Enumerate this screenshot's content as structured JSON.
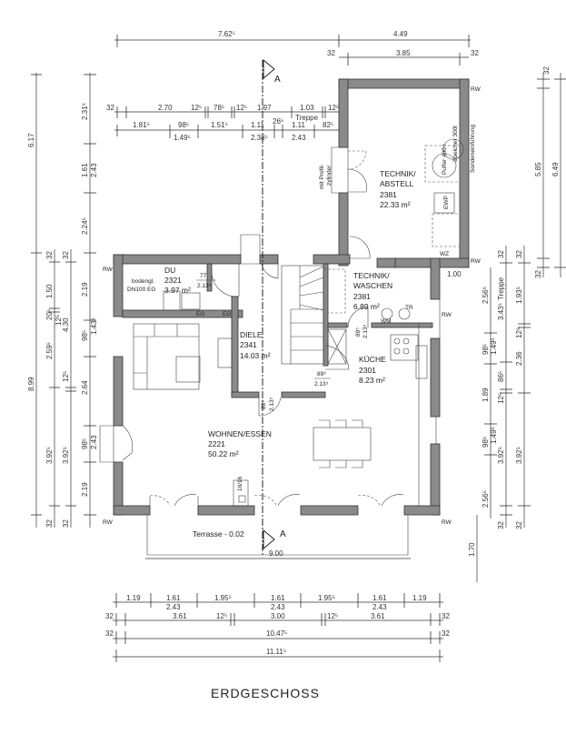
{
  "title": "ERDGESCHOSS",
  "section_marker": "A",
  "rooms": [
    {
      "name": "DU",
      "number": "2321",
      "area": "3.97 m²"
    },
    {
      "name": "TECHNIK/",
      "name2": "ABSTELL",
      "number": "2381",
      "area": "22.33 m²"
    },
    {
      "name": "TECHNIK/",
      "name2": "WASCHEN",
      "number": "2381",
      "area": "6.89 m²"
    },
    {
      "name": "DIELE",
      "number": "2341",
      "area": "14.03 m²"
    },
    {
      "name": "KÜCHE",
      "number": "2301",
      "area": "8.23 m²"
    },
    {
      "name": "WOHNEN/ESSEN",
      "number": "2221",
      "area": "50.22 m²"
    }
  ],
  "annotations": {
    "bodengl": "bodengl.",
    "dn100": "DN100 EG",
    "eg": "EG",
    "profil1": "mit Profil-",
    "profil2": "zylinder",
    "puffer": "Puffer 400 l",
    "speicher": "Speicher 300l",
    "sonde": "Sondeneinführung",
    "ewp": "EWP",
    "wz": "WZ",
    "rw": "RW",
    "wm": "WM",
    "tr": "TR",
    "chimney": "16/16",
    "terrasse": "Terrasse - 0.02",
    "treppe": "Treppe",
    "door_du_w": "77",
    "door_du_h": "2.13⁵",
    "door_diele_w": "89⁵",
    "door_diele_h": "2.13⁵",
    "door_tw_w": "89⁵",
    "door_tw_h": "2.13⁵",
    "door_wohn_w": "89⁵",
    "door_wohn_h": "2.13⁵",
    "terrace_width": "9.00",
    "annex_1": "1.00"
  },
  "dims": {
    "top_overall": [
      "7.62⁵",
      "4.49"
    ],
    "top_annex": [
      "32",
      "3.85",
      "32"
    ],
    "top_row1": [
      "32",
      "2.70",
      "12⁵",
      "78⁵",
      "12⁵",
      "1.97",
      "1.03",
      "12⁵"
    ],
    "top_row2": [
      "1.81⁵",
      "98⁵",
      "1.51⁵",
      "1.11",
      "26⁵",
      "1.11",
      "82⁵"
    ],
    "top_row2b": [
      "1.49⁵",
      "2.38⁵",
      "2.43"
    ],
    "bottom_row1": [
      "1.19",
      "1.61",
      "1.95⁵",
      "1.61",
      "1.95⁵",
      "1.61",
      "1.19"
    ],
    "bottom_row1b": [
      "2.43",
      "2.43",
      "2.43"
    ],
    "bottom_row2": [
      "32",
      "3.61",
      "12⁵",
      "3.00",
      "12⁵",
      "3.61",
      "32"
    ],
    "bottom_row3": [
      "32",
      "10.47⁵",
      "32"
    ],
    "bottom_row4": [
      "11.11⁵"
    ],
    "left_col1": [
      "6.17",
      "8.99"
    ],
    "left_col2": [
      "32",
      "1.50",
      "20⁵",
      "12⁵",
      "2.59⁵",
      "3.92⁵",
      "32"
    ],
    "left_col3": [
      "32",
      "4.30",
      "12⁵",
      "3.92⁵",
      "32"
    ],
    "left_col4": [
      "2.31⁵",
      "1.61",
      "2.43",
      "2.24⁵",
      "2.19",
      "98⁵",
      "1.43⁵",
      "2.64",
      "98⁵",
      "2.43",
      "2.19"
    ],
    "right_col1": [
      "2.56⁵",
      "98⁵",
      "1.89",
      "98⁵",
      "2.56⁵",
      "1.70"
    ],
    "right_col2": [
      "32",
      "3.43⁵",
      "1.49⁵",
      "86⁵",
      "12⁵",
      "1.49⁵",
      "3.92⁵",
      "32"
    ],
    "right_col3": [
      "32",
      "1.93⁵",
      "12⁵",
      "2.36",
      "3.92⁵",
      "32"
    ],
    "right_col4": [
      "32",
      "5.85",
      "32"
    ],
    "right_col5": [
      "6.49"
    ]
  }
}
